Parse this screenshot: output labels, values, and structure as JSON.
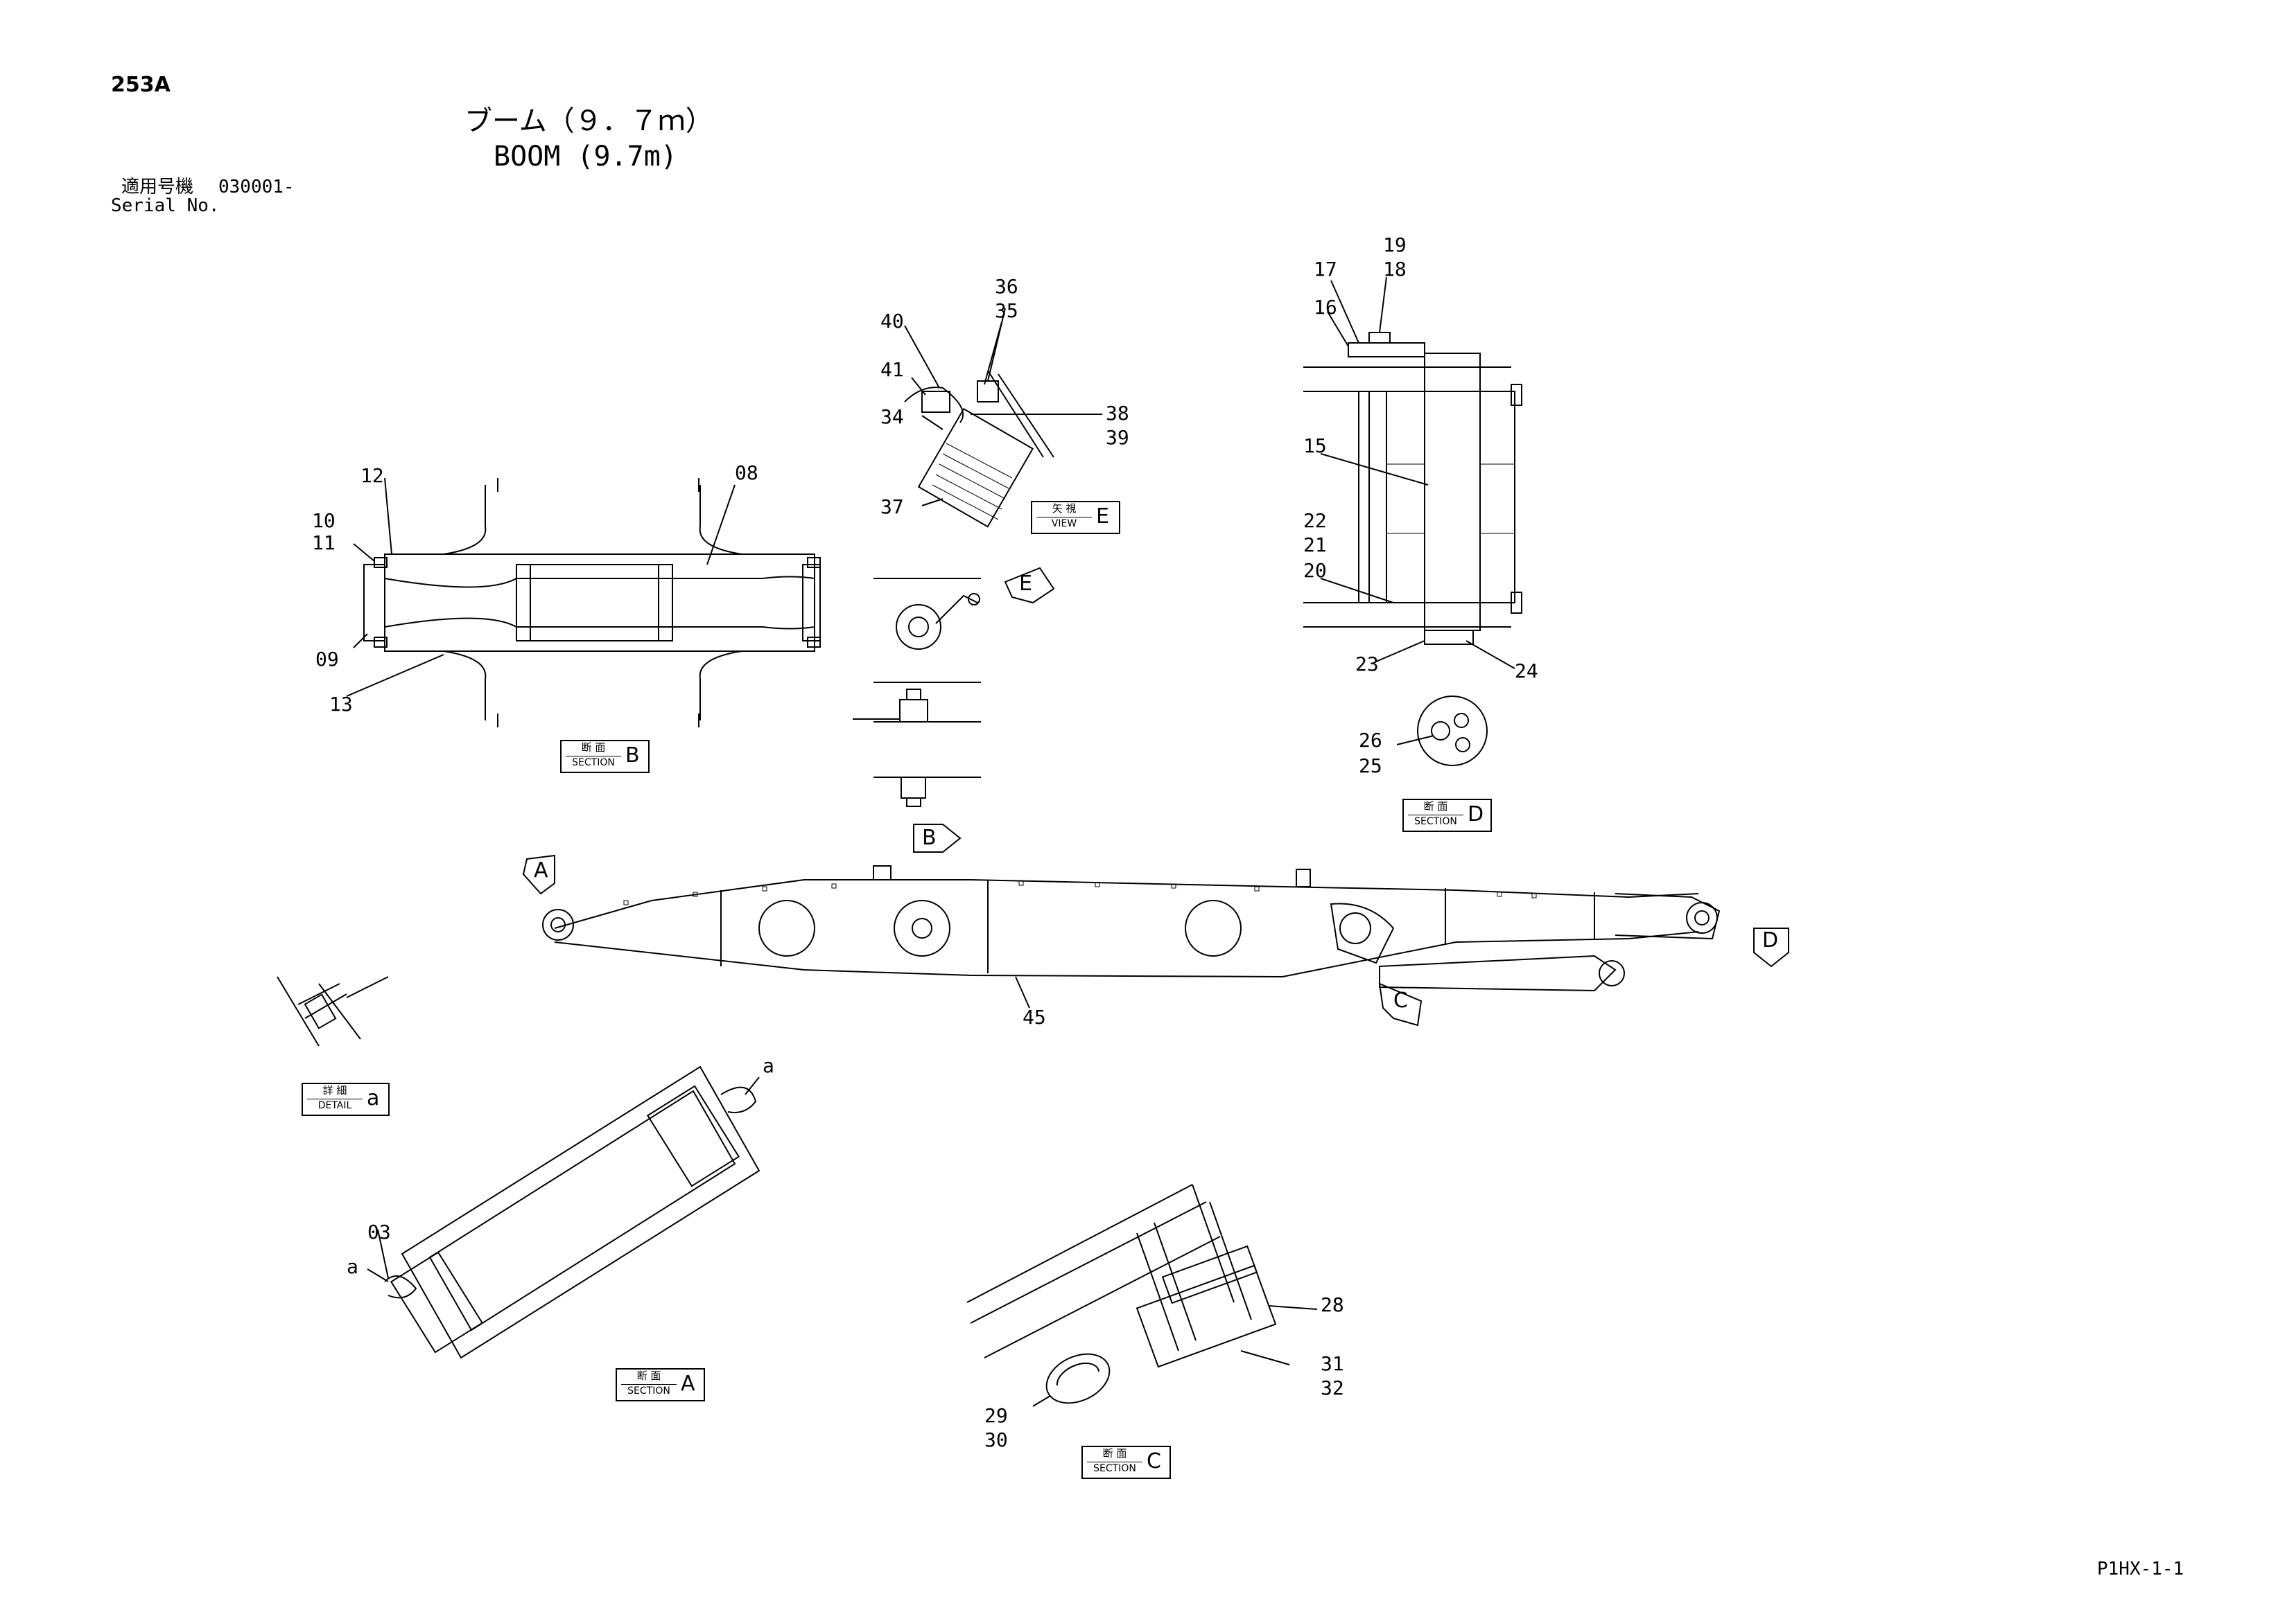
{
  "header": {
    "page_code": "253A",
    "title_jp": "ブーム（９．７ｍ）",
    "title_en": "BOOM (9.7m)",
    "serial_label_jp": "適用号機",
    "serial_value": "030001-",
    "serial_label_en": "Serial No."
  },
  "callouts": {
    "c03": "03",
    "c08": "08",
    "c09": "09",
    "c10": "10",
    "c11": "11",
    "c12": "12",
    "c13": "13",
    "c15": "15",
    "c16": "16",
    "c17": "17",
    "c18": "18",
    "c19": "19",
    "c20": "20",
    "c21": "21",
    "c22": "22",
    "c23": "23",
    "c24": "24",
    "c25": "25",
    "c26": "26",
    "c28": "28",
    "c29": "29",
    "c30": "30",
    "c31": "31",
    "c32": "32",
    "c34": "34",
    "c35": "35",
    "c36": "36",
    "c37": "37",
    "c38": "38",
    "c39": "39",
    "c40": "40",
    "c41": "41",
    "c45": "45",
    "a1": "a",
    "a2": "a"
  },
  "view_tags": {
    "section_b": {
      "jp": "断 面",
      "en": "SECTION",
      "letter": "B"
    },
    "view_e": {
      "jp": "矢 視",
      "en": "VIEW",
      "letter": "E"
    },
    "section_d": {
      "jp": "断 面",
      "en": "SECTION",
      "letter": "D"
    },
    "detail_a": {
      "jp": "詳 細",
      "en": "DETAIL",
      "letter": "a"
    },
    "section_a": {
      "jp": "断 面",
      "en": "SECTION",
      "letter": "A"
    },
    "section_c": {
      "jp": "断 面",
      "en": "SECTION",
      "letter": "C"
    }
  },
  "view_arrows": {
    "a": "A",
    "b": "B",
    "c": "C",
    "d": "D",
    "e": "E"
  },
  "footer": {
    "drawing_number": "P1HX-1-1"
  }
}
